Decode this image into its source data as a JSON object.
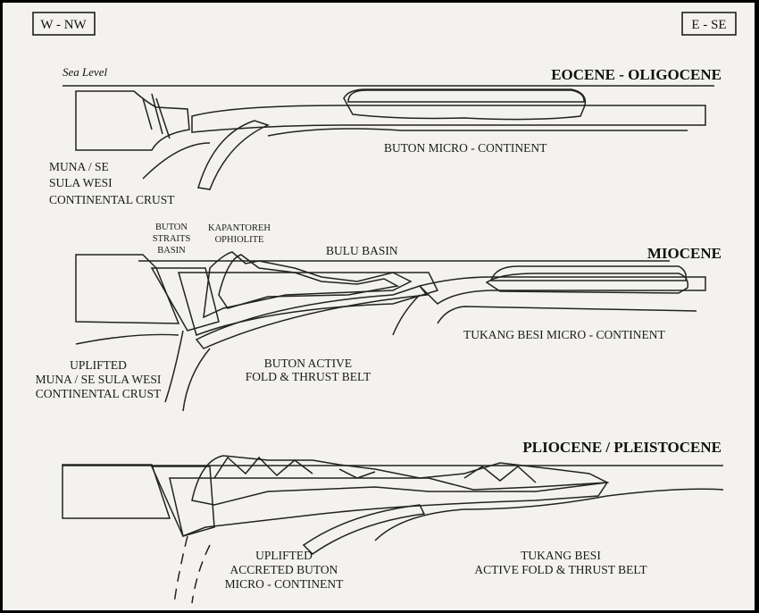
{
  "orientation": {
    "west": "W - NW",
    "east": "E - SE"
  },
  "panels": [
    {
      "epoch": "EOCENE - OLIGOCENE",
      "sea_level": "Sea Level",
      "labels": {
        "microcontinent": "BUTON MICRO - CONTINENT",
        "crust": [
          "MUNA / SE",
          "SULA WESI",
          "CONTINENTAL CRUST"
        ]
      }
    },
    {
      "epoch": "MIOCENE",
      "labels": {
        "straits_basin": [
          "BUTON",
          "STRAITS",
          "BASIN"
        ],
        "ophiolite": [
          "KAPANTOREH",
          "OPHIOLITE"
        ],
        "bulu_basin": "BULU BASIN",
        "microcontinent": "TUKANG BESI MICRO - CONTINENT",
        "fold_belt": [
          "BUTON ACTIVE",
          "FOLD & THRUST BELT"
        ],
        "crust": [
          "UPLIFTED",
          "MUNA / SE SULA WESI",
          "CONTINENTAL CRUST"
        ]
      }
    },
    {
      "epoch": "PLIOCENE / PLEISTOCENE",
      "labels": {
        "accreted": [
          "UPLIFTED",
          "ACCRETED BUTON",
          "MICRO - CONTINENT"
        ],
        "fold_belt": [
          "TUKANG BESI",
          "ACTIVE FOLD & THRUST BELT"
        ]
      }
    }
  ]
}
